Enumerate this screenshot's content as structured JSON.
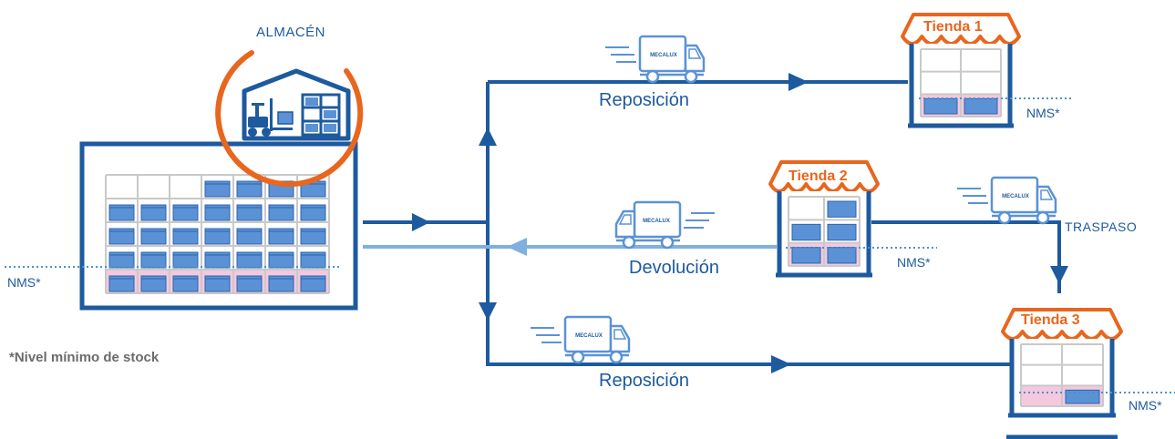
{
  "warehouse": {
    "label": "ALMACÉN",
    "nms_label": "NMS*"
  },
  "stores": [
    {
      "id": "1",
      "label": "Tienda 1",
      "nms_label": "NMS*"
    },
    {
      "id": "2",
      "label": "Tienda 2",
      "nms_label": "NMS*"
    },
    {
      "id": "3",
      "label": "Tienda 3",
      "nms_label": "NMS*"
    }
  ],
  "flows": {
    "reposicion_top": "Reposición",
    "devolucion": "Devolución",
    "reposicion_bottom": "Reposición",
    "traspaso": "TRASPASO"
  },
  "truck_brand": "MECALUX",
  "footnote": "*Nivel mínimo de stock",
  "colors": {
    "dark_blue": "#1d5a9e",
    "light_blue": "#7fb0df",
    "orange": "#e8661d",
    "box_blue": "#5b92d6",
    "pink": "#f4c8df"
  }
}
